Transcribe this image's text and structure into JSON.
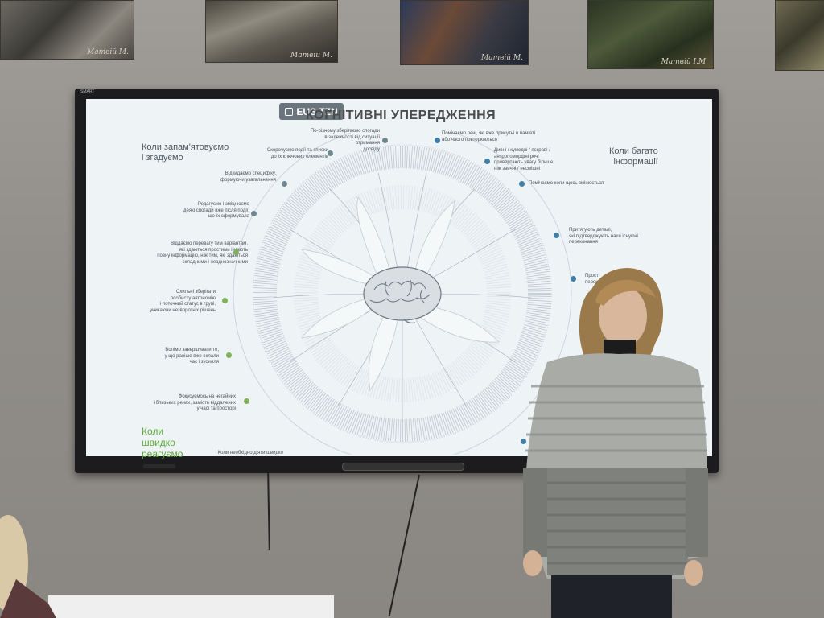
{
  "paintings": [
    {
      "signature": "Матвій М."
    },
    {
      "signature": "Матвій М."
    },
    {
      "signature": "Матвій М."
    },
    {
      "signature": "Матвій І.М."
    },
    {
      "signature": ""
    }
  ],
  "screen": {
    "badge": "EUS TZN",
    "title": "КОГНІТИВНІ УПЕРЕДЖЕННЯ",
    "categories": {
      "remember": "Коли запам'ятовуємо\nі згадуємо",
      "too_much_info": "Коли багато\nінформації",
      "act_fast": "Коли\nшвидко\nреагуємо"
    },
    "left_labels": [
      "По-різному зберігаємо спогади\nв залежності від ситуації отримання\nдосвіду",
      "Скорочуємо події та списки\nдо їх ключових елементів",
      "Відкидаємо специфіку,\nформуючи узагальнення",
      "Редагуємо і зміцнюємо\nдеякі спогади вже після події,\nщо їх сформувала",
      "Віддаємо перевагу тим варіантам,\nякі здаються простими і мають\nповну інформацію, ніж тим, які здаються\nскладними і неоднозначними",
      "Схильні зберігати\nособисту автономію\nі поточний статус в групі,\nуникаючи незворотніх рішень",
      "Волімо завершувати те,\nу що раніше вже вклали\nчас і зусилля",
      "Фокусуємось на негайних\ni близьких речах, замість віддалених\nу часі та просторі",
      "Коли необхідно діяти швидко"
    ],
    "right_labels": [
      "Помічаємо речі, які вже присутні в пам'яті\nабо часто повторюються",
      "Дивні / кумедні / яскраві /\nантропоморфні речі\nпривертають увагу більше\nніж звичні / несмішні",
      "Помічаємо коли щось змінюється",
      "Притягують деталі,\nякі підтверджують наші існуючі\nпереконання",
      "Прості\nпереконання"
    ]
  }
}
